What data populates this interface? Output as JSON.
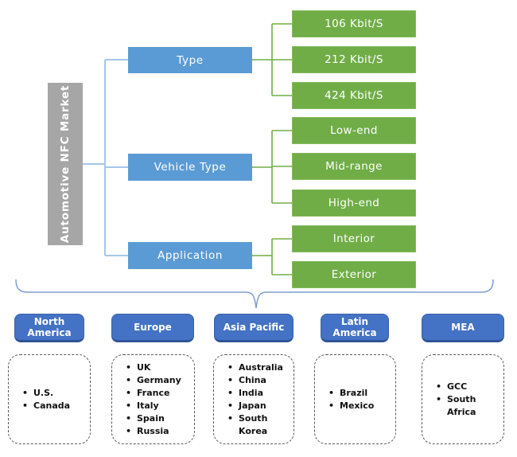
{
  "root": {
    "label": "Automotive NFC Market"
  },
  "tree": {
    "groups": [
      {
        "label": "Type",
        "children": [
          "106 Kbit/S",
          "212 Kbit/S",
          "424 Kbit/S"
        ]
      },
      {
        "label": "Vehicle Type",
        "children": [
          "Low-end",
          "Mid-range",
          "High-end"
        ]
      },
      {
        "label": "Application",
        "children": [
          "Interior",
          "Exterior"
        ]
      }
    ]
  },
  "regions": [
    {
      "label": "North America",
      "countries": [
        "U.S.",
        "Canada"
      ]
    },
    {
      "label": "Europe",
      "countries": [
        "UK",
        "Germany",
        "France",
        "Italy",
        "Spain",
        "Russia"
      ]
    },
    {
      "label": "Asia Pacific",
      "countries": [
        "Australia",
        "China",
        "India",
        "Japan",
        "South Korea"
      ]
    },
    {
      "label": "Latin America",
      "countries": [
        "Brazil",
        "Mexico"
      ]
    },
    {
      "label": "MEA",
      "countries": [
        "GCC",
        "South Africa"
      ]
    }
  ],
  "colors": {
    "branch_blue": "#5b9bd5",
    "leaf_green": "#70ad47",
    "root_gray": "#a6a6a6",
    "region_blue": "#4472c4",
    "wire_blue": "#a5c6e9",
    "wire_green": "#70ad47",
    "brace_blue": "#7d9bd1"
  }
}
